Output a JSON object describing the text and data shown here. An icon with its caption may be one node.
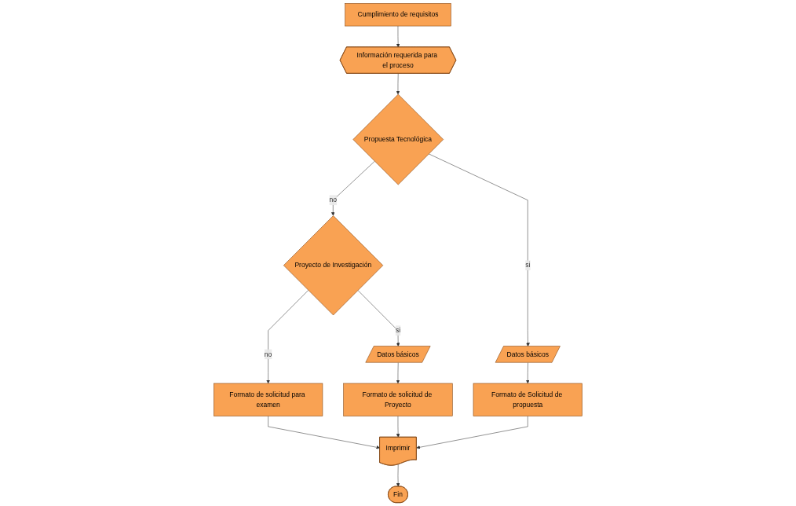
{
  "diagram": {
    "nodes": [
      {
        "text": [
          "Cumplimiento de requisitos"
        ]
      },
      {
        "text": [
          "Información requerida para el proceso"
        ]
      },
      {
        "text": [
          "Propuesta Tecnológica"
        ]
      },
      {
        "text": [
          "Proyecto de Investigación"
        ]
      },
      {
        "text": [
          "Datos básicos"
        ]
      },
      {
        "text": [
          "Formato de solicitud para examen"
        ]
      },
      {
        "text": [
          "Formato de solicitud de Proyecto"
        ]
      },
      {
        "text": [
          "Datos básicos"
        ]
      },
      {
        "text": [
          "Imprimir"
        ]
      },
      {
        "text": [
          "Formato de Solicitud de propuesta"
        ]
      },
      {
        "text": [
          "Fin"
        ]
      }
    ],
    "edges": [
      {
        "from": 0,
        "to": 1,
        "arrow": "to"
      },
      {
        "from": 1,
        "to": 2,
        "arrow": "to"
      },
      {
        "from": 2,
        "to": 3,
        "arrow": "to",
        "label": "no"
      },
      {
        "from": 2,
        "to": 7,
        "arrow": "to",
        "label": "si"
      },
      {
        "from": 3,
        "to": 4,
        "arrow": "to",
        "label": "si"
      },
      {
        "from": 3,
        "to": 5,
        "arrow": "to",
        "label": "no"
      },
      {
        "from": 4,
        "to": 6,
        "arrow": "to"
      },
      {
        "from": 5,
        "to": 8,
        "arrow": "to"
      },
      {
        "from": 6,
        "to": 8,
        "arrow": "to"
      },
      {
        "from": 7,
        "to": 9,
        "arrow": "to"
      },
      {
        "from": 9,
        "to": 8,
        "arrow": "to"
      },
      {
        "from": 8,
        "to": 10,
        "arrow": "to"
      }
    ]
  }
}
